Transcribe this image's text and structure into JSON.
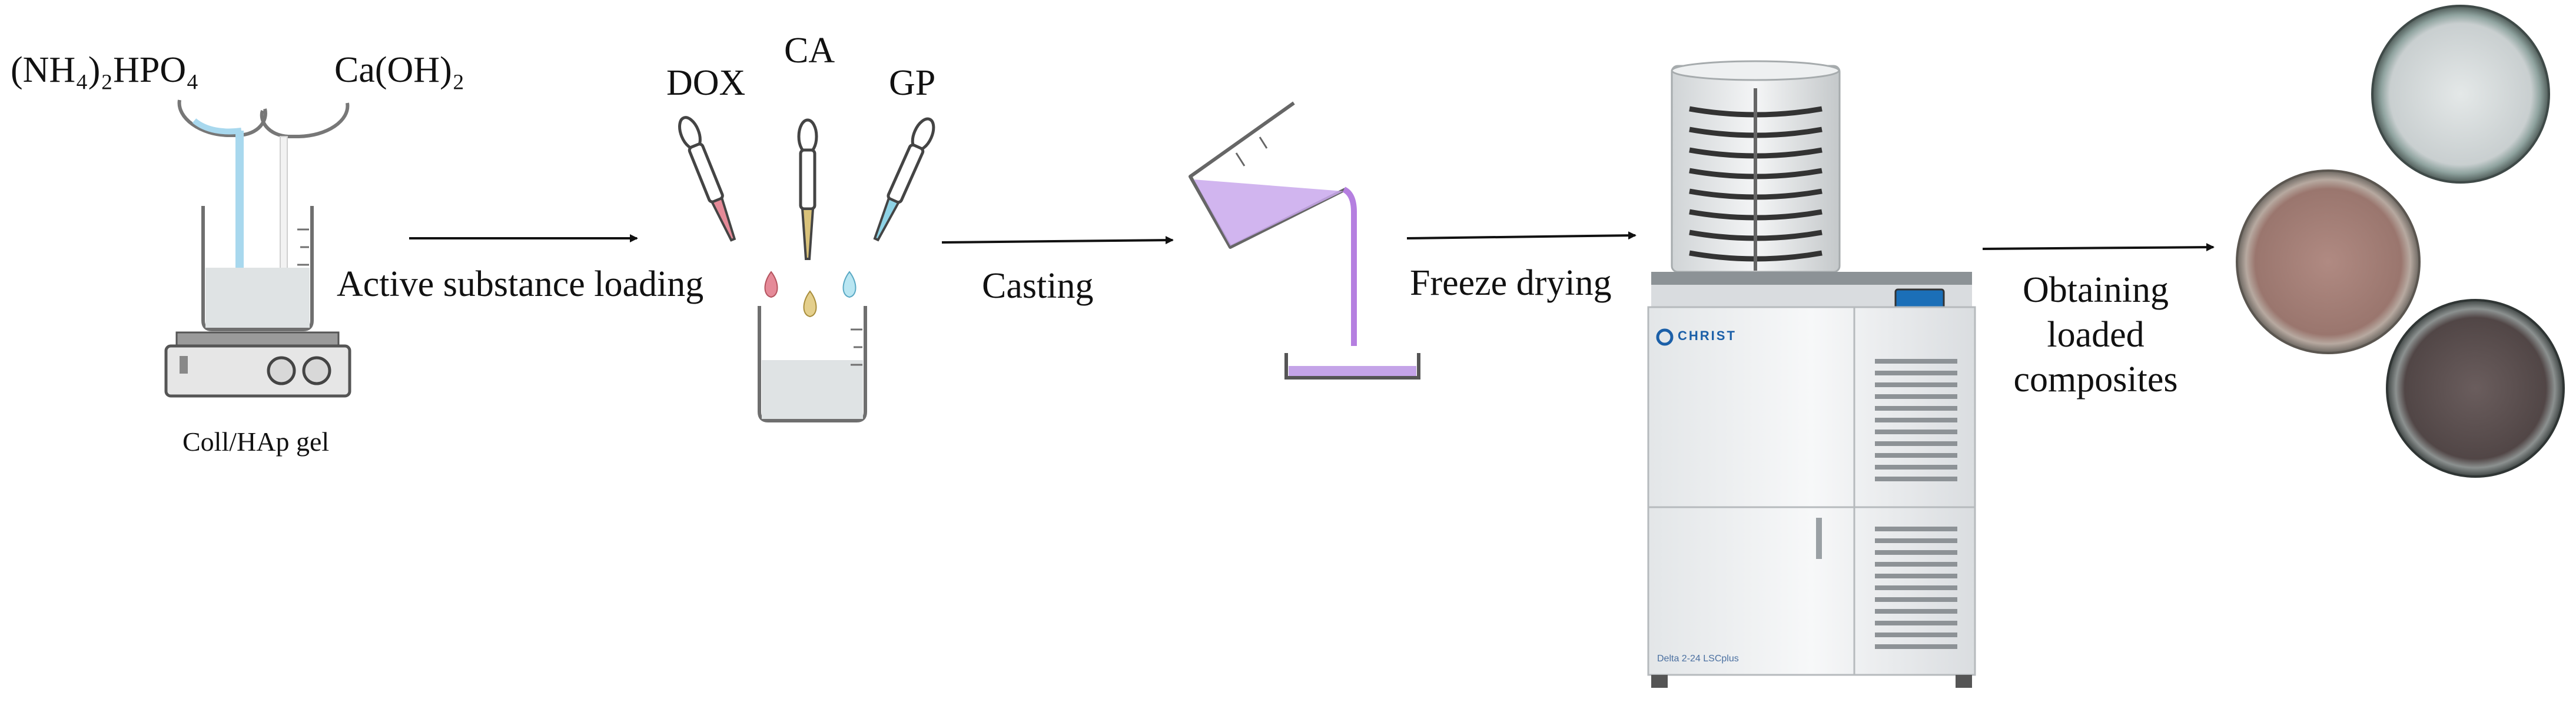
{
  "diagram": {
    "reagents": {
      "left_reagent": "(NH₄)₂HPO₄",
      "right_reagent": "Ca(OH)₂",
      "gel_label": "Coll/HAp gel"
    },
    "additives": {
      "dox": "DOX",
      "ca": "CA",
      "gp": "GP"
    },
    "steps": {
      "loading": "Active substance loading",
      "casting": "Casting",
      "freeze_drying": "Freeze drying",
      "obtaining_line1": "Obtaining",
      "obtaining_line2": "loaded",
      "obtaining_line3": "composites"
    },
    "device": {
      "brand": "CHRIST",
      "model": "Delta 2-24 LSCplus"
    },
    "colors": {
      "dox_drop": "#e58a98",
      "ca_drop": "#d9c27a",
      "gp_drop": "#8fd3e6",
      "liquid": "#b57fe0",
      "dish_white": "#d8dcdc",
      "dish_pink": "#a17c74",
      "dish_dark": "#5b4f4f"
    }
  }
}
